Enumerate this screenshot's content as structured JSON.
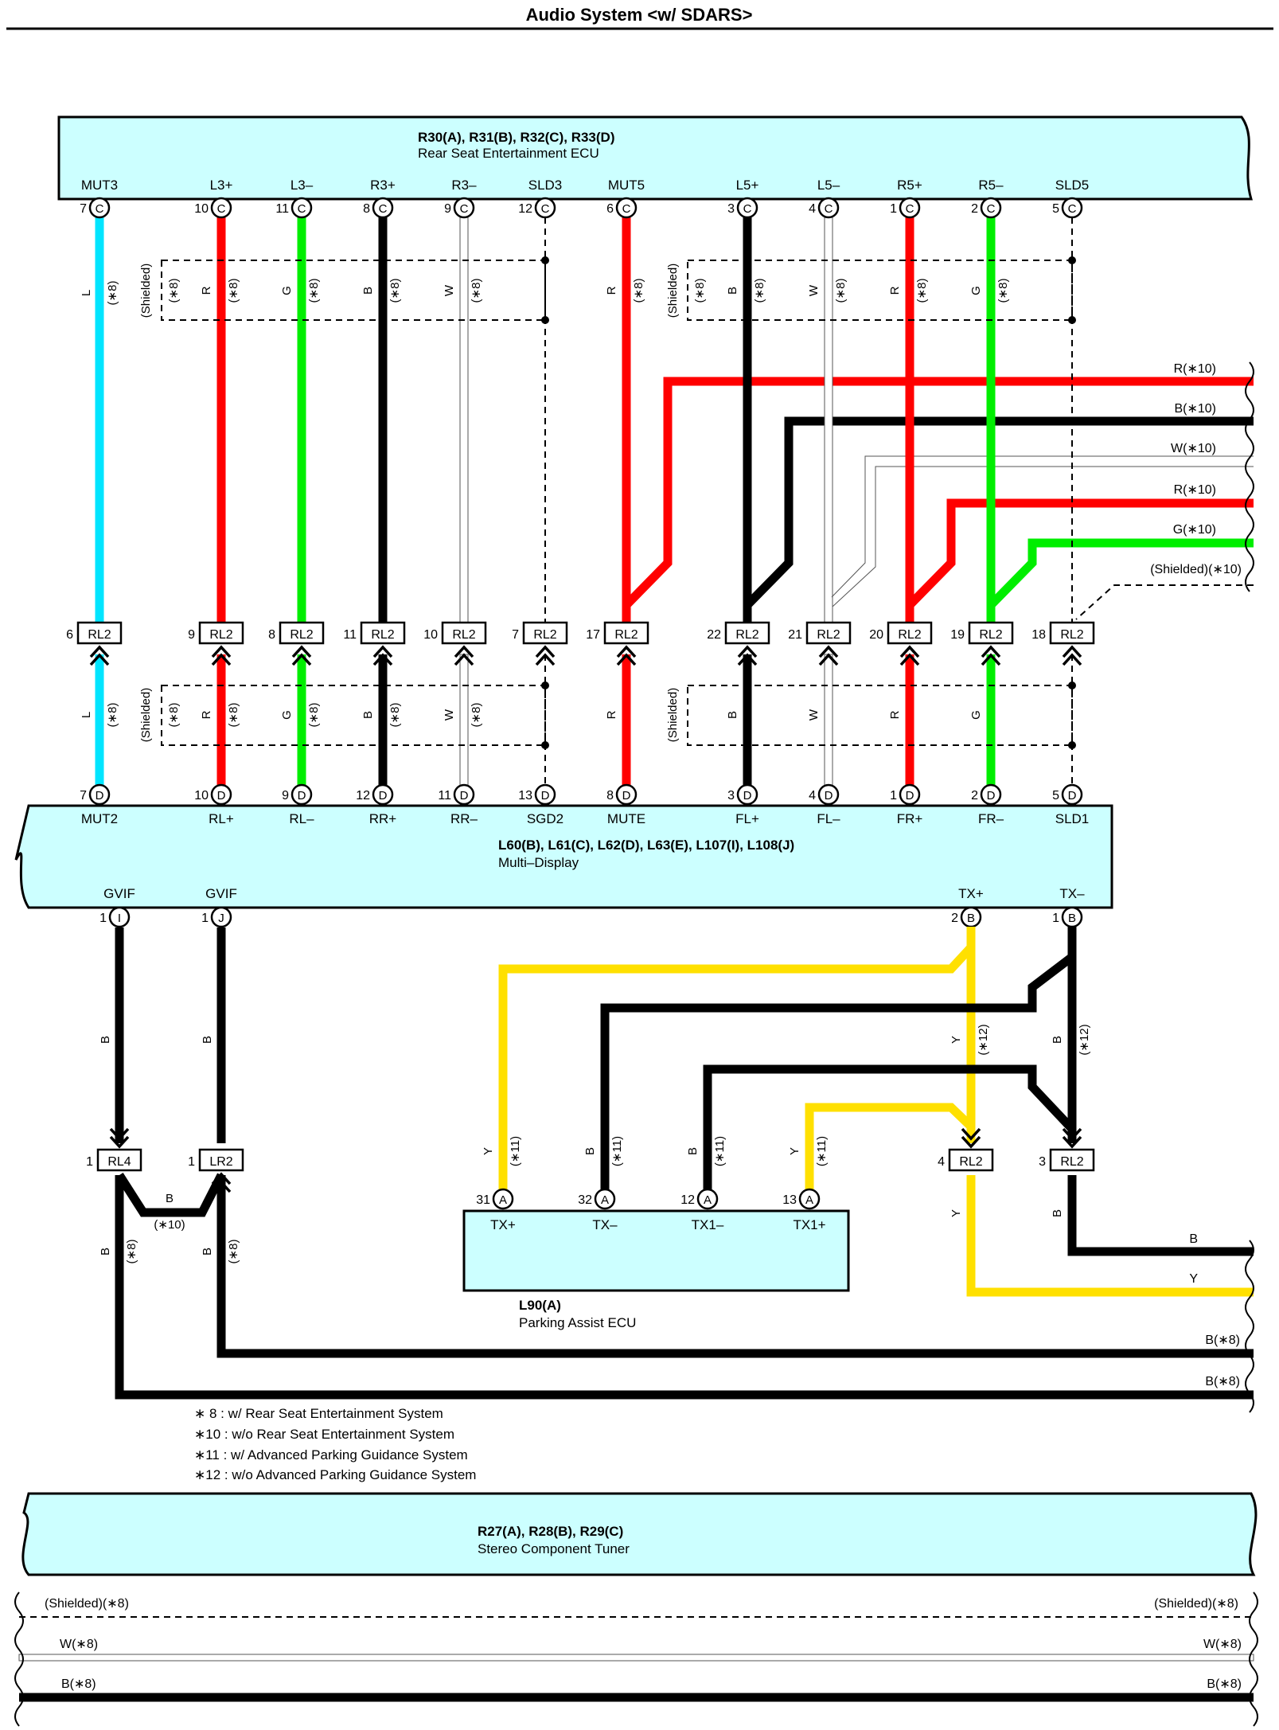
{
  "title": "Audio System <w/ SDARS>",
  "connector_letters": [
    "C",
    "D",
    "I",
    "J",
    "B",
    "A"
  ],
  "wire_letters": [
    "L",
    "R",
    "G",
    "B",
    "W",
    "Y"
  ],
  "shield_label": "(Shielded)",
  "s8": "(∗8)",
  "s10": "(∗10)",
  "s11": "(∗11)",
  "s12": "(∗12)",
  "components": {
    "rse_ecu": {
      "codes": "R30(A), R31(B), R32(C), R33(D)",
      "name": "Rear Seat Entertainment ECU"
    },
    "multi_display": {
      "codes": "L60(B), L61(C), L62(D), L63(E), L107(I), L108(J)",
      "name": "Multi–Display"
    },
    "parking_ecu": {
      "codes": "L90(A)",
      "name": "Parking Assist ECU"
    },
    "tuner": {
      "codes": "R27(A), R28(B), R29(C)",
      "name": "Stereo Component Tuner"
    }
  },
  "top_terminals": [
    {
      "name": "MUT3",
      "pin": "7"
    },
    {
      "name": "L3+",
      "pin": "10"
    },
    {
      "name": "L3–",
      "pin": "11"
    },
    {
      "name": "R3+",
      "pin": "8"
    },
    {
      "name": "R3–",
      "pin": "9"
    },
    {
      "name": "SLD3",
      "pin": "12"
    },
    {
      "name": "MUT5",
      "pin": "6"
    },
    {
      "name": "L5+",
      "pin": "3"
    },
    {
      "name": "L5–",
      "pin": "4"
    },
    {
      "name": "R5+",
      "pin": "1"
    },
    {
      "name": "R5–",
      "pin": "2"
    },
    {
      "name": "SLD5",
      "pin": "5"
    }
  ],
  "junction_label": "RL2",
  "junction_pins": [
    "6",
    "9",
    "8",
    "11",
    "10",
    "7",
    "17",
    "22",
    "21",
    "20",
    "19",
    "18"
  ],
  "md_terminals": [
    {
      "name": "MUT2",
      "pin": "7"
    },
    {
      "name": "RL+",
      "pin": "10"
    },
    {
      "name": "RL–",
      "pin": "9"
    },
    {
      "name": "RR+",
      "pin": "12"
    },
    {
      "name": "RR–",
      "pin": "11"
    },
    {
      "name": "SGD2",
      "pin": "13"
    },
    {
      "name": "MUTE",
      "pin": "8"
    },
    {
      "name": "FL+",
      "pin": "3"
    },
    {
      "name": "FL–",
      "pin": "4"
    },
    {
      "name": "FR+",
      "pin": "1"
    },
    {
      "name": "FR–",
      "pin": "2"
    },
    {
      "name": "SLD1",
      "pin": "5"
    }
  ],
  "md_bottom_terminals": [
    {
      "name": "GVIF",
      "pin": "1"
    },
    {
      "name": "GVIF",
      "pin": "1"
    },
    {
      "name": "TX+",
      "pin": "2"
    },
    {
      "name": "TX–",
      "pin": "1"
    }
  ],
  "pa_terminals": [
    {
      "name": "TX+",
      "pin": "31"
    },
    {
      "name": "TX–",
      "pin": "32"
    },
    {
      "name": "TX1–",
      "pin": "12"
    },
    {
      "name": "TX1+",
      "pin": "13"
    }
  ],
  "lower_junctions": [
    {
      "label": "RL4",
      "pin": "1"
    },
    {
      "label": "LR2",
      "pin": "1"
    },
    {
      "label": "RL2",
      "pin": "4"
    },
    {
      "label": "RL2",
      "pin": "3"
    }
  ],
  "right_wires": [
    "R(∗10)",
    "B(∗10)",
    "W(∗10)",
    "R(∗10)",
    "G(∗10)",
    "(Shielded)(∗10)"
  ],
  "lower_right_wires": [
    "B",
    "Y",
    "B(∗8)",
    "B(∗8)"
  ],
  "bottom_wires": {
    "shield_left": "(Shielded)(∗8)",
    "shield_right": "(Shielded)(∗8)",
    "w_left": "W(∗8)",
    "w_right": "W(∗8)",
    "b_left": "B(∗8)",
    "b_right": "B(∗8)"
  },
  "notes": [
    "∗ 8 : w/ Rear Seat Entertainment System",
    "∗10 : w/o Rear Seat Entertainment System",
    "∗11 : w/ Advanced Parking Guidance System",
    "∗12 : w/o Advanced Parking Guidance System"
  ],
  "colors": {
    "red": "#ff0000",
    "green": "#00ee00",
    "cyan": "#00e5ff",
    "yellow": "#ffe000",
    "black": "#000000",
    "box_fill": "#ccffff"
  }
}
